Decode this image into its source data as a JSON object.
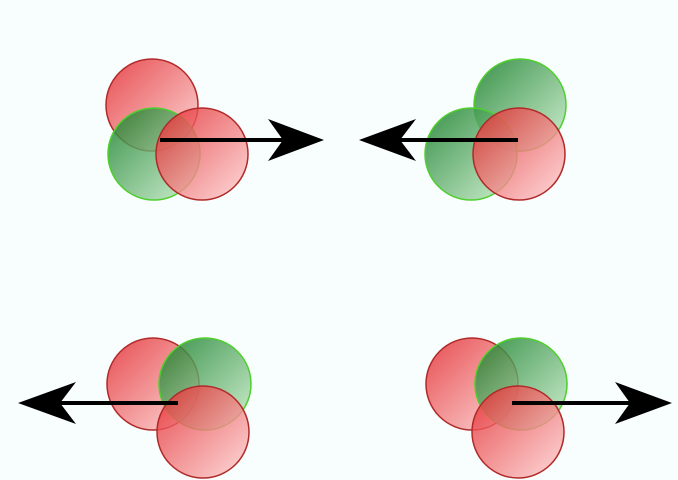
{
  "colors": {
    "background": "#f8fdfd",
    "red_fill_dark": "#e3262a",
    "red_fill_light": "#ffd2d2",
    "red_stroke": "#b02a2a",
    "green_fill_dark": "#0f7a22",
    "green_fill_light": "#c6ecc6",
    "green_stroke": "#4fcf2e",
    "arrow": "#000000"
  },
  "groups": [
    {
      "id": "top-left",
      "arrow_direction": "right",
      "sphere_colors": [
        "red",
        "green",
        "red"
      ]
    },
    {
      "id": "top-right",
      "arrow_direction": "left",
      "sphere_colors": [
        "green",
        "green",
        "red"
      ]
    },
    {
      "id": "bottom-left",
      "arrow_direction": "left",
      "sphere_colors": [
        "red",
        "green",
        "red"
      ]
    },
    {
      "id": "bottom-right",
      "arrow_direction": "right",
      "sphere_colors": [
        "red",
        "green",
        "red"
      ]
    }
  ]
}
